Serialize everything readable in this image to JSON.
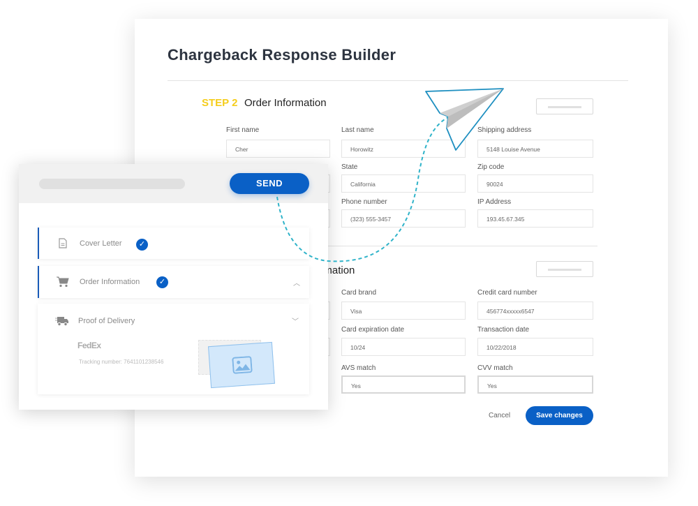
{
  "title": "Chargeback Response Builder",
  "step2": {
    "step_label": "STEP 2",
    "heading": "Order Information",
    "fields": [
      {
        "label": "First name",
        "value": "Cher"
      },
      {
        "label": "Last name",
        "value": "Horowitz"
      },
      {
        "label": "Shipping address",
        "value": "5148 Louise Avenue"
      },
      {
        "label": "State",
        "value": "California"
      },
      {
        "label": "Zip code",
        "value": "90024"
      },
      {
        "label": "Phone number",
        "value": "(323) 555-3457"
      },
      {
        "label": "IP Address",
        "value": "193.45.67.345"
      }
    ]
  },
  "step3": {
    "heading": "Payment Information",
    "fields": [
      {
        "label": "Card brand",
        "value": "Visa"
      },
      {
        "label": "Credit card number",
        "value": "456774xxxxx6547"
      },
      {
        "label": "Card expiration date",
        "value": "10/24"
      },
      {
        "label": "Transaction date",
        "value": "10/22/2018"
      },
      {
        "label": "AVS match",
        "value": "Yes"
      },
      {
        "label": "CVV match",
        "value": "Yes"
      }
    ]
  },
  "actions": {
    "cancel": "Cancel",
    "save": "Save changes"
  },
  "panel": {
    "send": "SEND",
    "items": [
      {
        "label": "Cover Letter",
        "icon": "document-icon"
      },
      {
        "label": "Order Information",
        "icon": "cart-icon"
      },
      {
        "label": "Proof of Delivery",
        "icon": "truck-icon"
      }
    ],
    "carrier_logo": "FedEx",
    "tracking": "Tracking number: 7641101238546"
  },
  "colors": {
    "accent": "#0a60c6",
    "step": "#f5cd1c",
    "path": "#2fb3c9"
  }
}
